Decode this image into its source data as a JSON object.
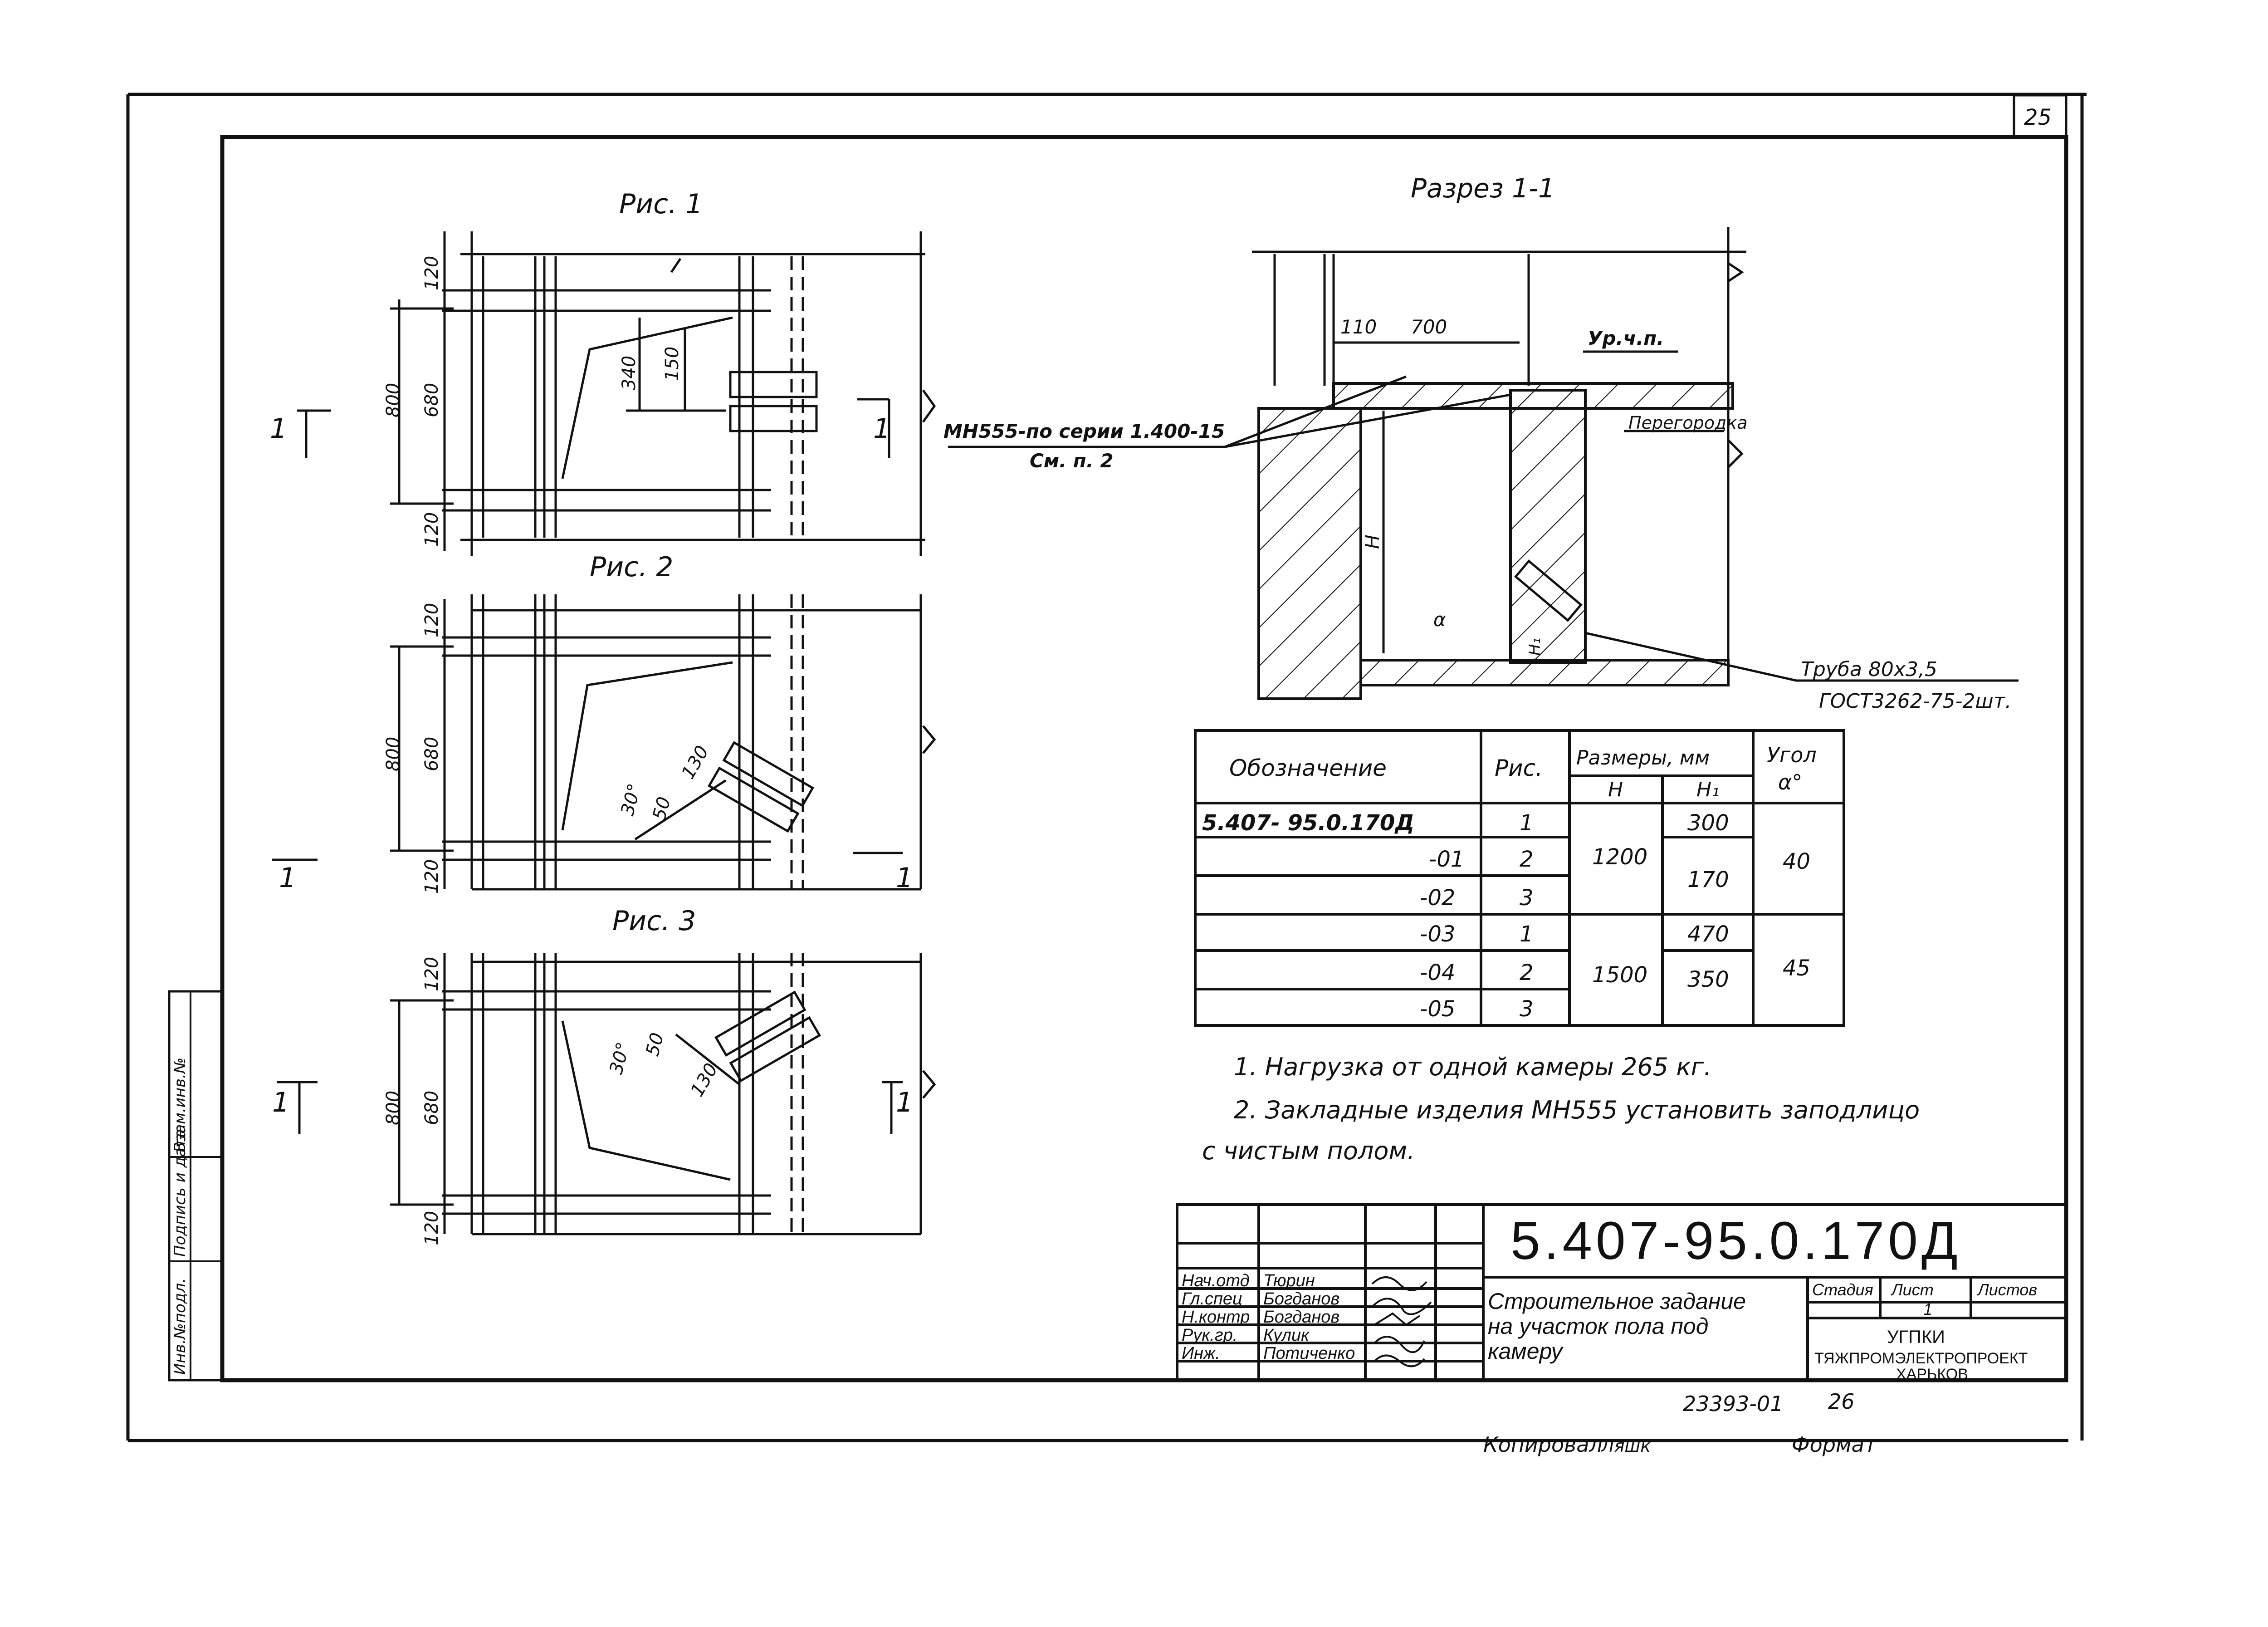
{
  "sheet": {
    "page_number": "25",
    "doc_code": "5.407-95.0.170Д",
    "copied_by": "Копировал",
    "copier_sign": "Ляшк",
    "format_label": "Формат",
    "inventory_no": "23393-01",
    "inventory_page": "26"
  },
  "side_labels": [
    "Инв.№подл.",
    "Подпись и дата",
    "Взам.инв.№"
  ],
  "figures": {
    "fig1_title": "Рис. 1",
    "fig2_title": "Рис. 2",
    "fig3_title": "Рис. 3",
    "section_mark": "1",
    "dims": {
      "d120": "120",
      "d800": "800",
      "d680": "680",
      "d340": "340",
      "d150": "150",
      "d130": "130",
      "d50": "50",
      "a30": "30°"
    }
  },
  "section": {
    "title": "Разрез 1-1",
    "dim110": "110",
    "dim700": "700",
    "floor_level": "Ур.ч.п.",
    "embed_note_1": "МН555-по серии 1.400-15",
    "embed_note_2": "См. п. 2",
    "partition": "Перегородка",
    "pipe_note_1": "Труба 80х3,5",
    "pipe_note_2": "ГОСТ3262-75-2шт.",
    "h_label": "Н",
    "h1_label": "Н₁",
    "alpha_label": "α"
  },
  "table": {
    "headers": {
      "designation": "Обозначение",
      "fig": "Рис.",
      "sizes": "Размеры, мм",
      "h": "Н",
      "h1": "Н₁",
      "angle_1": "Угол",
      "angle_2": "α°"
    },
    "rows": [
      {
        "designation": "5.407- 95.0.170Д",
        "fig": "1",
        "h1": "300"
      },
      {
        "designation": "-01",
        "fig": "2",
        "h1": "170"
      },
      {
        "designation": "-02",
        "fig": "3",
        "h1": ""
      },
      {
        "designation": "-03",
        "fig": "1",
        "h1": "470"
      },
      {
        "designation": "-04",
        "fig": "2",
        "h1": "350"
      },
      {
        "designation": "-05",
        "fig": "3",
        "h1": ""
      }
    ],
    "h_group_1": "1200",
    "h_group_2": "1500",
    "angle_group_1": "40",
    "angle_group_2": "45"
  },
  "notes": [
    "1. Нагрузка от одной камеры 265 кг.",
    "2. Закладные изделия МН555 установить заподлицо",
    "с чистым полом."
  ],
  "title_block": {
    "roles": [
      "Нач.отд",
      "Гл.спец",
      "Н.контр",
      "Рук.гр.",
      "Инж."
    ],
    "names": [
      "Тюрин",
      "Богданов",
      "Богданов",
      "Кулик",
      "Потиченко"
    ],
    "drawing_title_1": "Строительное задание",
    "drawing_title_2": "на участок пола под",
    "drawing_title_3": "камеру",
    "stage_label": "Стадия",
    "sheet_label": "Лист",
    "sheets_label": "Листов",
    "sheet_value": "1",
    "org_1": "УГПКИ",
    "org_2": "ТЯЖПРОМЭЛЕКТРОПРОЕКТ",
    "org_3": "ХАРЬКОВ"
  }
}
